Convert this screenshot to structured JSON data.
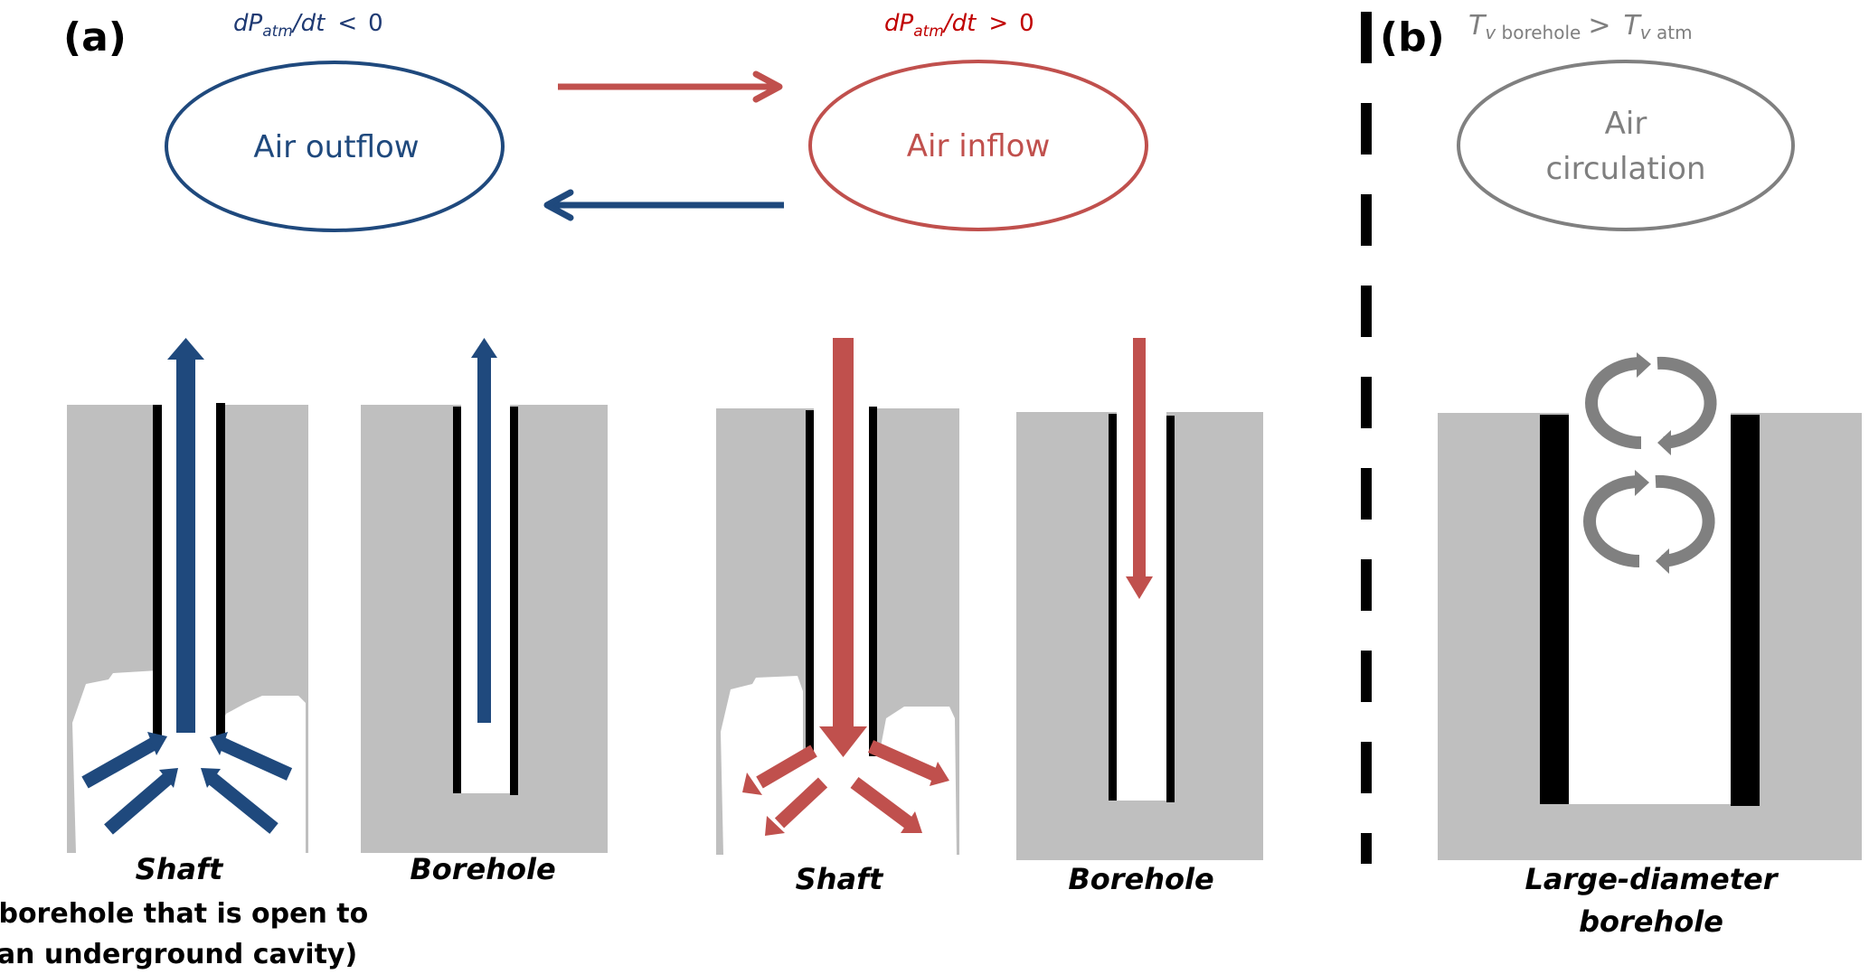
{
  "colors": {
    "outflow": "#1f497d",
    "inflow": "#c0504d",
    "circulation": "#808080",
    "ground": "#bfbfbf",
    "casing": "#000000",
    "outflow_label": "#1f3a73",
    "inflow_label": "#c00000"
  },
  "panel_a": {
    "label": "(a)",
    "outflow_condition": {
      "prefix": "dP",
      "subscript": "atm",
      "suffix": "/dt",
      "operator": "<",
      "value": "0"
    },
    "inflow_condition": {
      "prefix": "dP",
      "subscript": "atm",
      "suffix": "/dt",
      "operator": ">",
      "value": "0"
    },
    "outflow_ellipse_label": "Air outflow",
    "inflow_ellipse_label": "Air inflow",
    "outflow_group": {
      "shaft_label": "Shaft",
      "shaft_note_line1": "(borehole that is open to",
      "shaft_note_line2": "an underground cavity)",
      "borehole_label": "Borehole"
    },
    "inflow_group": {
      "shaft_label": "Shaft",
      "borehole_label": "Borehole"
    }
  },
  "panel_b": {
    "label": "(b)",
    "condition": {
      "left_var": "T",
      "left_sub_italic": "v",
      "left_sub": " borehole",
      "operator": ">",
      "right_var": "T",
      "right_sub_italic": "v",
      "right_sub": " atm"
    },
    "ellipse_label_line1": "Air",
    "ellipse_label_line2": "circulation",
    "structure_label_line1": "Large-diameter",
    "structure_label_line2": "borehole"
  }
}
